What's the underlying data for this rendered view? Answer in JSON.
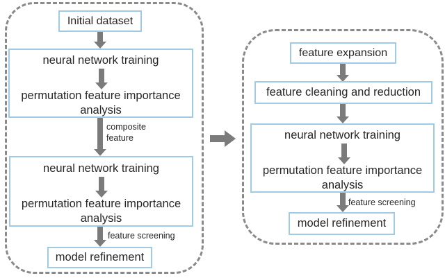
{
  "colors": {
    "box_border": "#9fcbe4",
    "arrow": "#7b7b7b",
    "panel_border": "#8a8a8a",
    "text": "#262626",
    "background": "#ffffff"
  },
  "left_flow": {
    "initial_dataset": "Initial dataset",
    "nn_training_1": "neural network training",
    "pfi_1_line1": "permutation feature importance",
    "pfi_1_line2": "analysis",
    "edge_label_composite": "composite feature",
    "nn_training_2": "neural network training",
    "pfi_2_line1": "permutation feature importance",
    "pfi_2_line2": "analysis",
    "edge_label_screening": "feature screening",
    "model_refinement": "model refinement"
  },
  "right_flow": {
    "feature_expansion": "feature expansion",
    "feature_cleaning": "feature cleaning and reduction",
    "nn_training": "neural network training",
    "pfi_line1": "permutation feature importance",
    "pfi_line2": "analysis",
    "edge_label_screening": "feature screening",
    "model_refinement": "model refinement"
  }
}
